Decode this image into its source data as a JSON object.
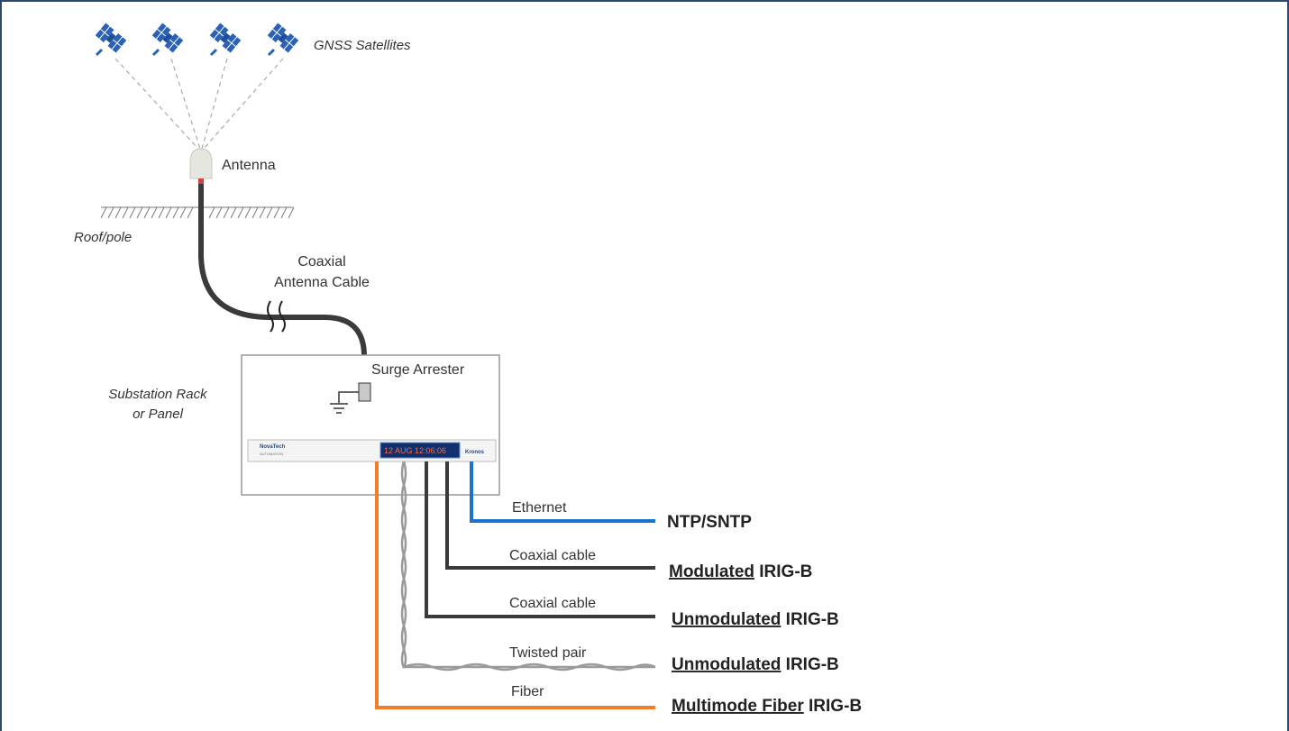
{
  "labels": {
    "satellites": "GNSS Satellites",
    "antenna": "Antenna",
    "roof": "Roof/pole",
    "coax_cable_line1": "Coaxial",
    "coax_cable_line2": "Antenna Cable",
    "surge_arrester": "Surge Arrester",
    "rack_line1": "Substation Rack",
    "rack_line2": "or Panel",
    "device_brand": "NovaTech",
    "device_brand_sub": "AUTOMATION",
    "device_display": "12 AUG 12:06:06",
    "device_logo": "Kronos"
  },
  "outputs": [
    {
      "medium": "Ethernet",
      "underlined": "",
      "rest": "NTP/SNTP",
      "color": "#1a73c8"
    },
    {
      "medium": "Coaxial cable",
      "underlined": "Modulated",
      "rest": " IRIG-B",
      "color": "#3a3a3a"
    },
    {
      "medium": "Coaxial cable",
      "underlined": "Unmodulated",
      "rest": " IRIG-B",
      "color": "#3a3a3a"
    },
    {
      "medium": "Twisted pair",
      "underlined": "Unmodulated",
      "rest": " IRIG-B",
      "color": "#888888"
    },
    {
      "medium": "Fiber",
      "underlined": "Multimode Fiber",
      "rest": " IRIG-B",
      "color": "#f07f2a"
    }
  ],
  "colors": {
    "frame": "#2a4870",
    "satellite": "#2a62b8",
    "ethernet": "#1a73c8",
    "coax": "#3a3a3a",
    "fiber": "#f07f2a"
  },
  "icons": [
    "satellite-icon",
    "antenna-dome-icon",
    "ground-symbol-icon",
    "surge-arrester-icon"
  ]
}
